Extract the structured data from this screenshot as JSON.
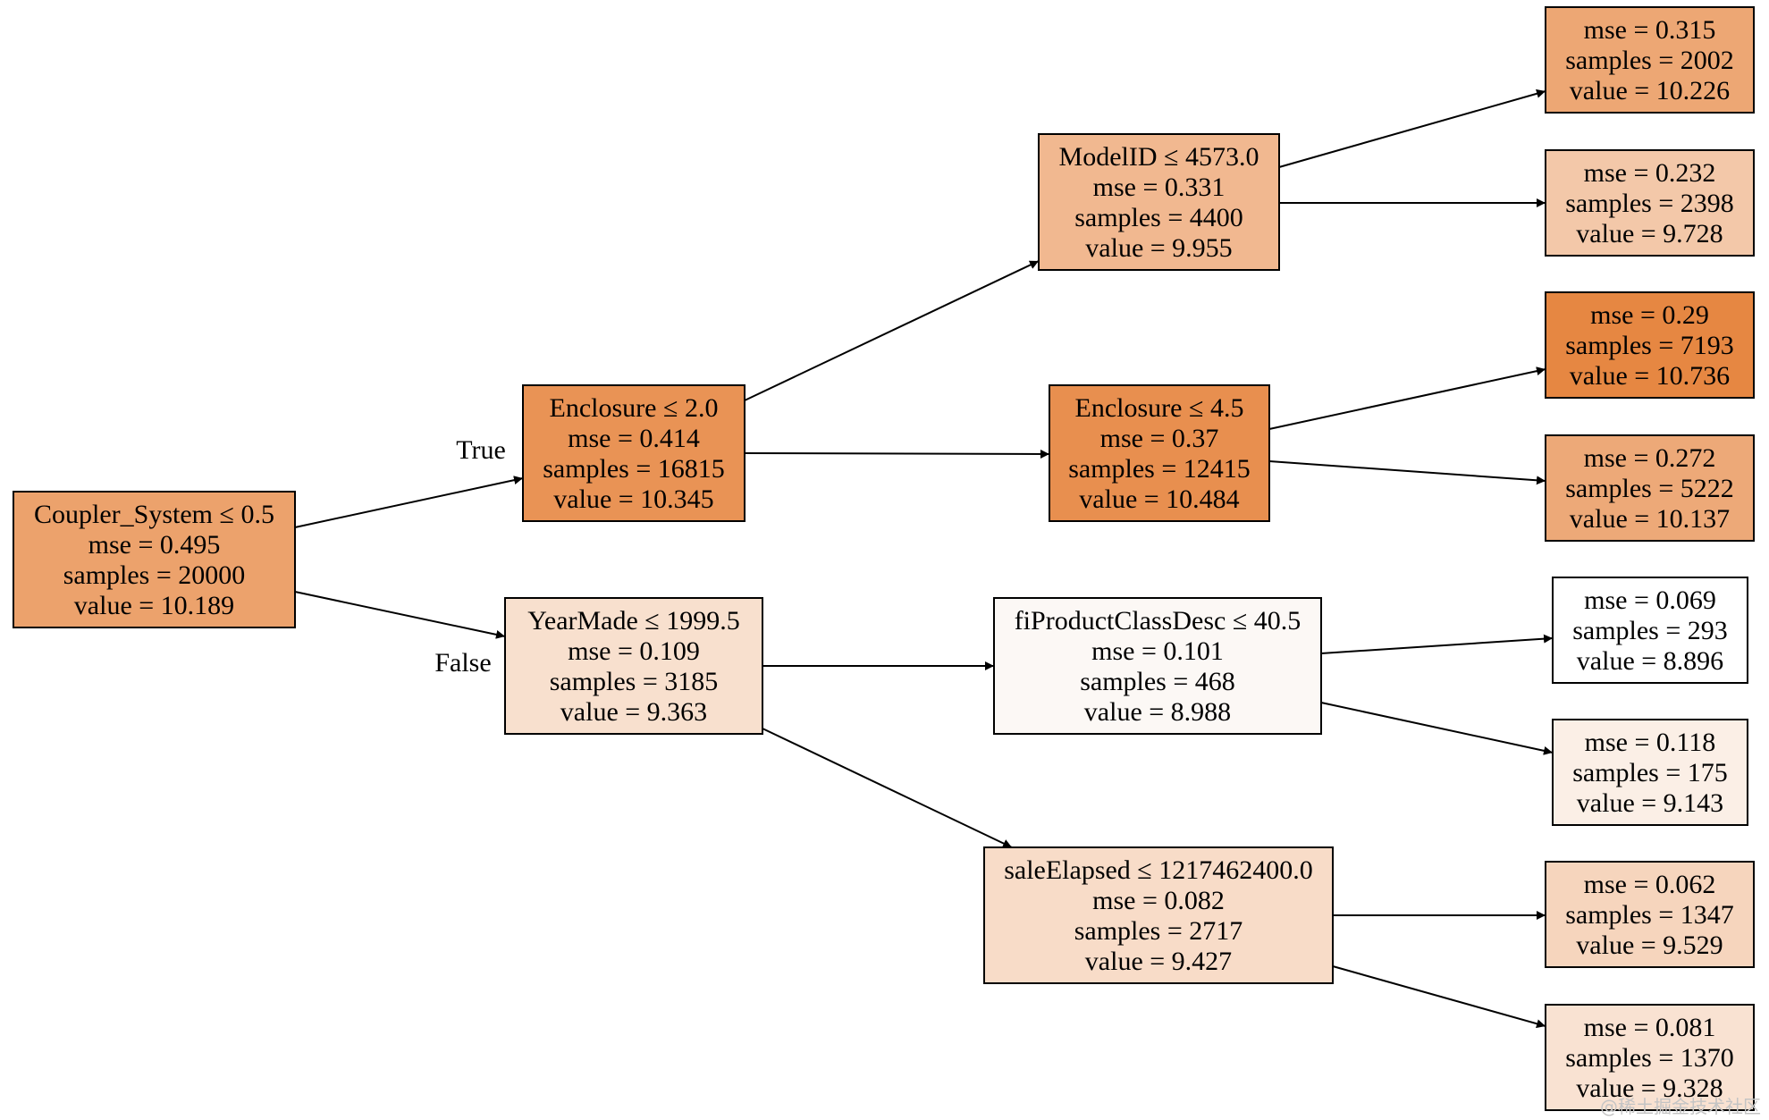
{
  "diagram": {
    "nodes": [
      {
        "id": "root",
        "color": "#eca26c",
        "lines": [
          "Coupler_System ≤ 0.5",
          "mse = 0.495",
          "samples = 20000",
          "value = 10.189"
        ]
      },
      {
        "id": "enc1",
        "color": "#e99355",
        "lines": [
          "Enclosure ≤ 2.0",
          "mse = 0.414",
          "samples = 16815",
          "value = 10.345"
        ]
      },
      {
        "id": "year",
        "color": "#f8e0ce",
        "lines": [
          "YearMade ≤ 1999.5",
          "mse = 0.109",
          "samples = 3185",
          "value = 9.363"
        ]
      },
      {
        "id": "model",
        "color": "#f1b890",
        "lines": [
          "ModelID ≤ 4573.0",
          "mse = 0.331",
          "samples = 4400",
          "value = 9.955"
        ]
      },
      {
        "id": "enc2",
        "color": "#e88f4f",
        "lines": [
          "Enclosure ≤ 4.5",
          "mse = 0.37",
          "samples = 12415",
          "value = 10.484"
        ]
      },
      {
        "id": "fipc",
        "color": "#fcf8f5",
        "lines": [
          "fiProductClassDesc ≤ 40.5",
          "mse = 0.101",
          "samples = 468",
          "value = 8.988"
        ]
      },
      {
        "id": "sale",
        "color": "#f8dcc8",
        "lines": [
          "saleElapsed ≤ 1217462400.0",
          "mse = 0.082",
          "samples = 2717",
          "value = 9.427"
        ]
      },
      {
        "id": "l1",
        "color": "#eda774",
        "lines": [
          "mse = 0.315",
          "samples = 2002",
          "value = 10.226"
        ]
      },
      {
        "id": "l2",
        "color": "#f3c8a9",
        "lines": [
          "mse = 0.232",
          "samples = 2398",
          "value = 9.728"
        ]
      },
      {
        "id": "l3",
        "color": "#e68742",
        "lines": [
          "mse = 0.29",
          "samples = 7193",
          "value = 10.736"
        ]
      },
      {
        "id": "l4",
        "color": "#eda978",
        "lines": [
          "mse = 0.272",
          "samples = 5222",
          "value = 10.137"
        ]
      },
      {
        "id": "l5",
        "color": "#ffffff",
        "lines": [
          "mse = 0.069",
          "samples = 293",
          "value = 8.896"
        ]
      },
      {
        "id": "l6",
        "color": "#fbefe6",
        "lines": [
          "mse = 0.118",
          "samples = 175",
          "value = 9.143"
        ]
      },
      {
        "id": "l7",
        "color": "#f6d5bd",
        "lines": [
          "mse = 0.062",
          "samples = 1347",
          "value = 9.529"
        ]
      },
      {
        "id": "l8",
        "color": "#f9e2d2",
        "lines": [
          "mse = 0.081",
          "samples = 1370",
          "value = 9.328"
        ]
      }
    ],
    "edges": [
      {
        "from": "root",
        "to": "enc1",
        "label": "True"
      },
      {
        "from": "root",
        "to": "year",
        "label": "False"
      },
      {
        "from": "enc1",
        "to": "model",
        "label": ""
      },
      {
        "from": "enc1",
        "to": "enc2",
        "label": ""
      },
      {
        "from": "year",
        "to": "fipc",
        "label": ""
      },
      {
        "from": "year",
        "to": "sale",
        "label": ""
      },
      {
        "from": "model",
        "to": "l1",
        "label": ""
      },
      {
        "from": "model",
        "to": "l2",
        "label": ""
      },
      {
        "from": "enc2",
        "to": "l3",
        "label": ""
      },
      {
        "from": "enc2",
        "to": "l4",
        "label": ""
      },
      {
        "from": "fipc",
        "to": "l5",
        "label": ""
      },
      {
        "from": "fipc",
        "to": "l6",
        "label": ""
      },
      {
        "from": "sale",
        "to": "l7",
        "label": ""
      },
      {
        "from": "sale",
        "to": "l8",
        "label": ""
      }
    ]
  },
  "watermark": "@稀土掘金技术社区"
}
